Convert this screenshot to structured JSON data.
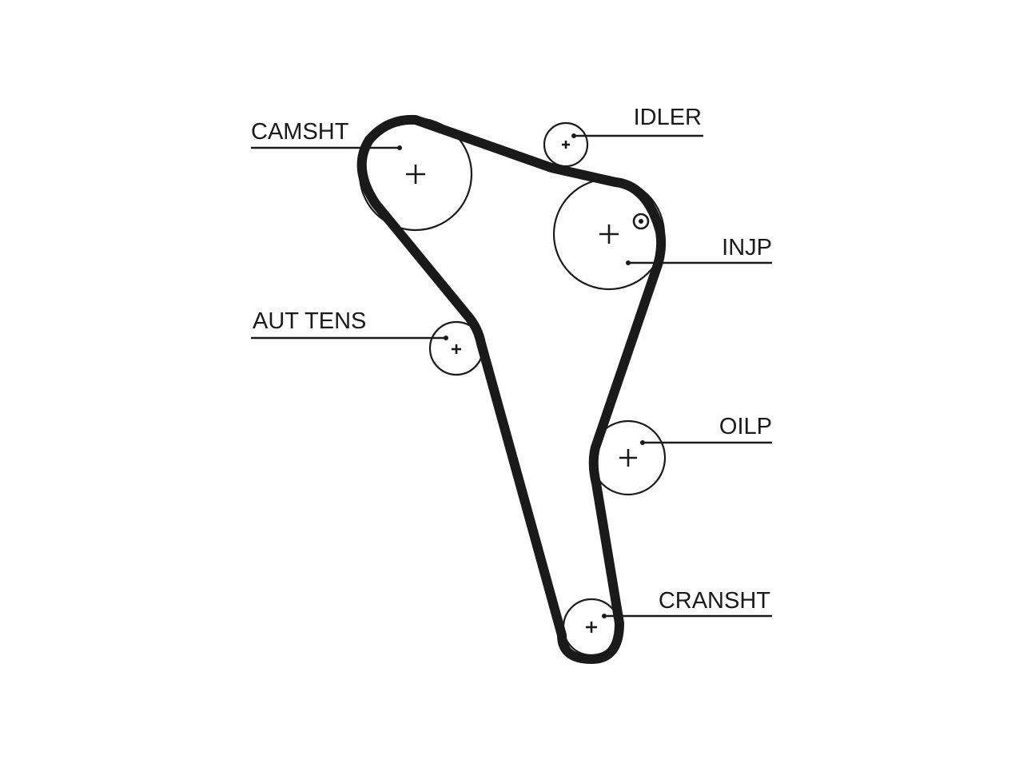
{
  "diagram": {
    "labels": {
      "camshaft": "CAMSHT",
      "idler": "IDLER",
      "injection_pump": "INJP",
      "auto_tensioner": "AUT TENS",
      "oil_pump": "OILP",
      "crankshaft": "CRANSHT"
    },
    "colors": {
      "ink": "#1a1a1a",
      "background": "#ffffff"
    }
  }
}
